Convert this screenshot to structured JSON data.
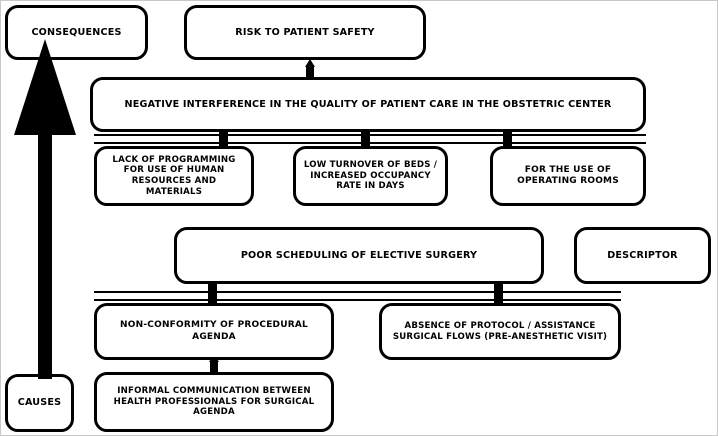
{
  "diagram": {
    "title_type": "cause-and-effect fishbone / problem tree",
    "nodes": {
      "consequences": "CONSEQUENCES",
      "causes": "CAUSES",
      "descriptor": "DESCRIPTOR",
      "risk_patient_safety": "RISK TO PATIENT SAFETY",
      "negative_interference": "NEGATIVE INTERFERENCE IN THE QUALITY OF PATIENT CARE IN THE OBSTETRIC CENTER",
      "lack_programming": "LACK OF PROGRAMMING FOR USE OF HUMAN RESOURCES AND MATERIALS",
      "low_turnover": "LOW TURNOVER OF BEDS / INCREASED OCCUPANCY RATE IN DAYS",
      "operating_rooms": "FOR THE USE OF OPERATING ROOMS",
      "poor_scheduling": "POOR SCHEDULING OF ELECTIVE SURGERY",
      "non_conformity": "NON-CONFORMITY OF PROCEDURAL AGENDA",
      "absence_protocol": "ABSENCE OF PROTOCOL / ASSISTANCE SURGICAL FLOWS (PRE-ANESTHETIC VISIT)",
      "informal_communication": "INFORMAL COMMUNICATION BETWEEN HEALTH PROFESSIONALS FOR SURGICAL AGENDA"
    },
    "colors": {
      "stroke": "#000000",
      "fill": "#ffffff",
      "text": "#000000"
    }
  }
}
